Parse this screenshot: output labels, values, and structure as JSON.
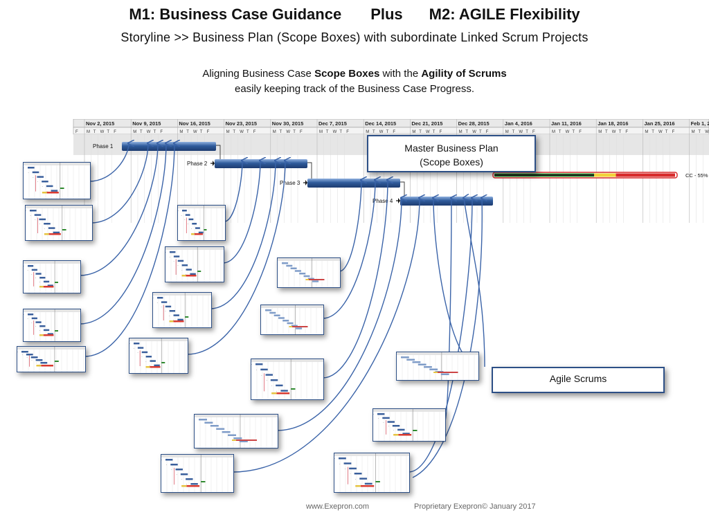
{
  "header": {
    "m1": "M1: Business Case Guidance",
    "plus": "Plus",
    "m2": "M2: AGILE Flexibility",
    "subtitle": "Storyline >> Business Plan (Scope Boxes) with subordinate Linked Scrum Projects",
    "line3_a": "Aligning Business Case ",
    "line3_b": "Scope Boxes",
    "line3_c": " with the ",
    "line3_d": "Agility of Scrums",
    "line4": "easily keeping track of the Business Case Progress."
  },
  "gantt": {
    "weeks": [
      "Nov 2, 2015",
      "Nov 9, 2015",
      "Nov 16, 2015",
      "Nov 23, 2015",
      "Nov 30, 2015",
      "Dec 7, 2015",
      "Dec 14, 2015",
      "Dec 21, 2015",
      "Dec 28, 2015",
      "Jan 4, 2016",
      "Jan 11, 2016",
      "Jan 18, 2016",
      "Jan 25, 2016",
      "Feb 1, 2"
    ],
    "day_letters": [
      "M",
      "T",
      "W",
      "T",
      "F"
    ],
    "phases": [
      "Phase 1",
      "Phase 2",
      "Phase 3",
      "Phase 4"
    ],
    "cc_label": "CC - 55%"
  },
  "callouts": {
    "master": [
      "Master Business Plan",
      "(Scope Boxes)"
    ],
    "agile": "Agile Scrums"
  },
  "footer": {
    "site": "www.Exepron.com",
    "copyright": "Proprietary   Exepron© January 2017"
  },
  "colors": {
    "bar_blue": "#2f5b9b",
    "link_blue": "#3a63a8",
    "callout_border": "#2c4f86",
    "cc_green": "#2d8a2d",
    "cc_yellow": "#f2d33a",
    "cc_red": "#d72b2b"
  }
}
